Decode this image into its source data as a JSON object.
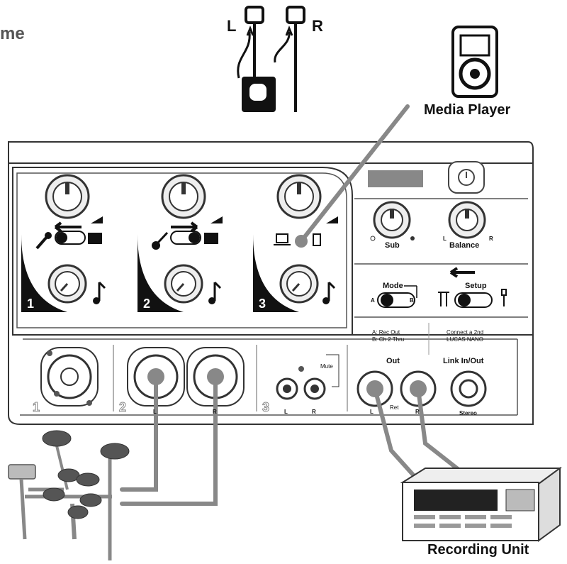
{
  "header": {
    "partial_title": "me"
  },
  "jack_labels": {
    "left": "L",
    "right": "R"
  },
  "media_player": {
    "label": "Media Player",
    "icon": "media-player-icon"
  },
  "recording_unit": {
    "label": "Recording Unit",
    "icon": "recording-unit-icon"
  },
  "drum_kit": {
    "icon": "electronic-drum-kit-icon"
  },
  "mixer": {
    "channels": [
      {
        "number": "1",
        "icon": "microphone-icon"
      },
      {
        "number": "2",
        "icon": "guitar-icon"
      },
      {
        "number": "3",
        "icon": "laptop-icon"
      }
    ],
    "sub": {
      "label": "Sub",
      "left_mark": "",
      "right_mark": ""
    },
    "balance": {
      "label": "Balance",
      "left_mark": "L",
      "right_mark": "R"
    },
    "mode": {
      "label": "Mode",
      "a": "A",
      "b": "B"
    },
    "setup": {
      "label": "Setup"
    },
    "mode_note_a": "A: Rec Out",
    "mode_note_b": "B: Ch 2 Thru",
    "link_note_1": "Connect a 2nd",
    "link_note_2": "LUCAS NANO",
    "out": {
      "label": "Out",
      "left": "L",
      "right": "R",
      "ret": "Ret"
    },
    "link": {
      "label": "Link In/Out",
      "sub": "Stereo"
    },
    "input_numbers": [
      "1",
      "2",
      "3"
    ],
    "input2": {
      "left": "L",
      "right": "R"
    },
    "input3": {
      "left": "L",
      "right": "R",
      "mute": "Mute"
    }
  }
}
